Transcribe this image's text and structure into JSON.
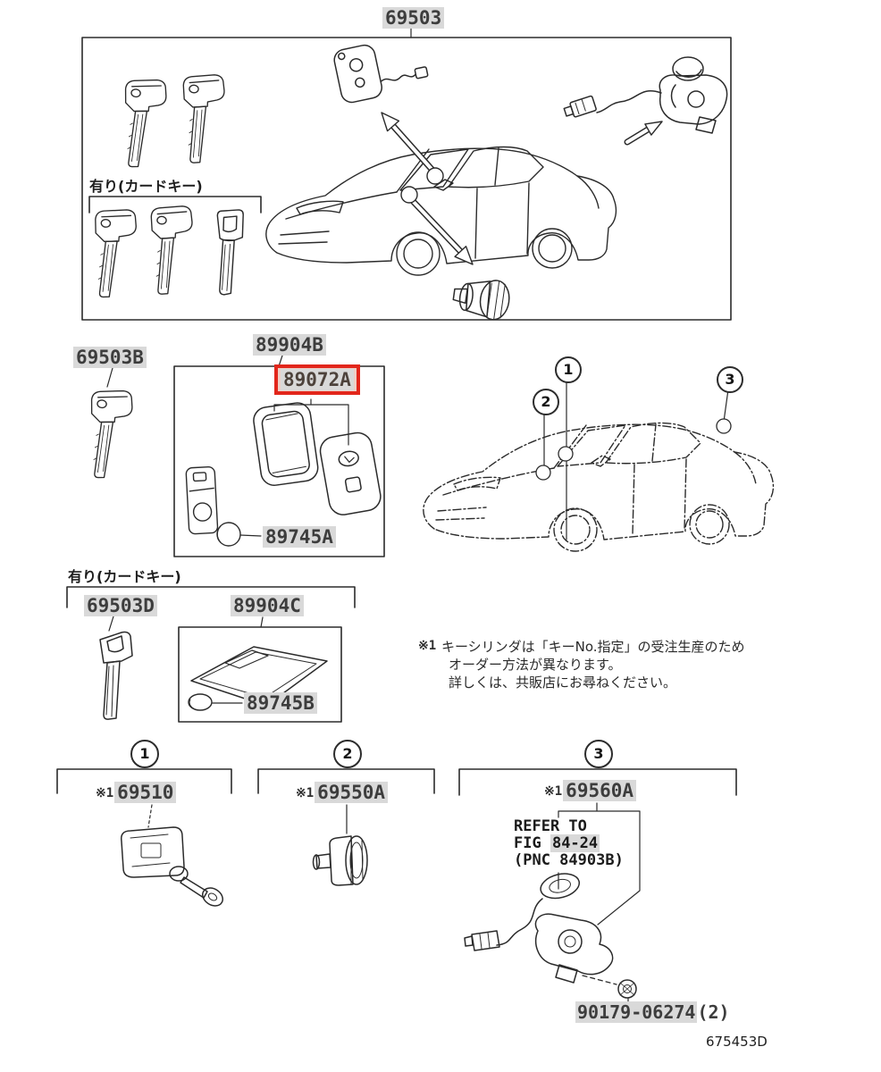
{
  "colors": {
    "line": "#2b2b2b",
    "highlight_bg": "#d9d9d9",
    "selected_border": "#e2261b",
    "selected_bg": "#eecfc6",
    "label_text": "#3d3d3d"
  },
  "top_box": {
    "part_label": "69503",
    "card_key_label": "有り(カードキー)"
  },
  "key_blank": {
    "part_label": "69503B"
  },
  "transmitter_box": {
    "assy_label": "89904B",
    "selected_part_label": "89072A",
    "battery_label": "89745A"
  },
  "card_key_section": {
    "header_label": "有り(カードキー)",
    "key_label": "69503D",
    "assy_label": "89904C",
    "battery_label": "89745B"
  },
  "car_callouts": {
    "c1": "1",
    "c2": "2",
    "c3": "3"
  },
  "note": {
    "ref": "※1",
    "line1": "キーシリンダは「キーNo.指定」の受注生産のため",
    "line2": "オーダー方法が異なります。",
    "line3": "詳しくは、共販店にお尋ねください。"
  },
  "groups": [
    {
      "num": "1",
      "ref": "※1",
      "part": "69510"
    },
    {
      "num": "2",
      "ref": "※1",
      "part": "69550A"
    },
    {
      "num": "3",
      "ref": "※1",
      "part": "69560A"
    }
  ],
  "refer": {
    "line1": "REFER TO",
    "line2_prefix": "FIG ",
    "line2_fig": "84-24",
    "line3": "(PNC 84903B)"
  },
  "bolt": {
    "part": "90179-06274",
    "qty": "(2)"
  },
  "figure_code": "675453D"
}
